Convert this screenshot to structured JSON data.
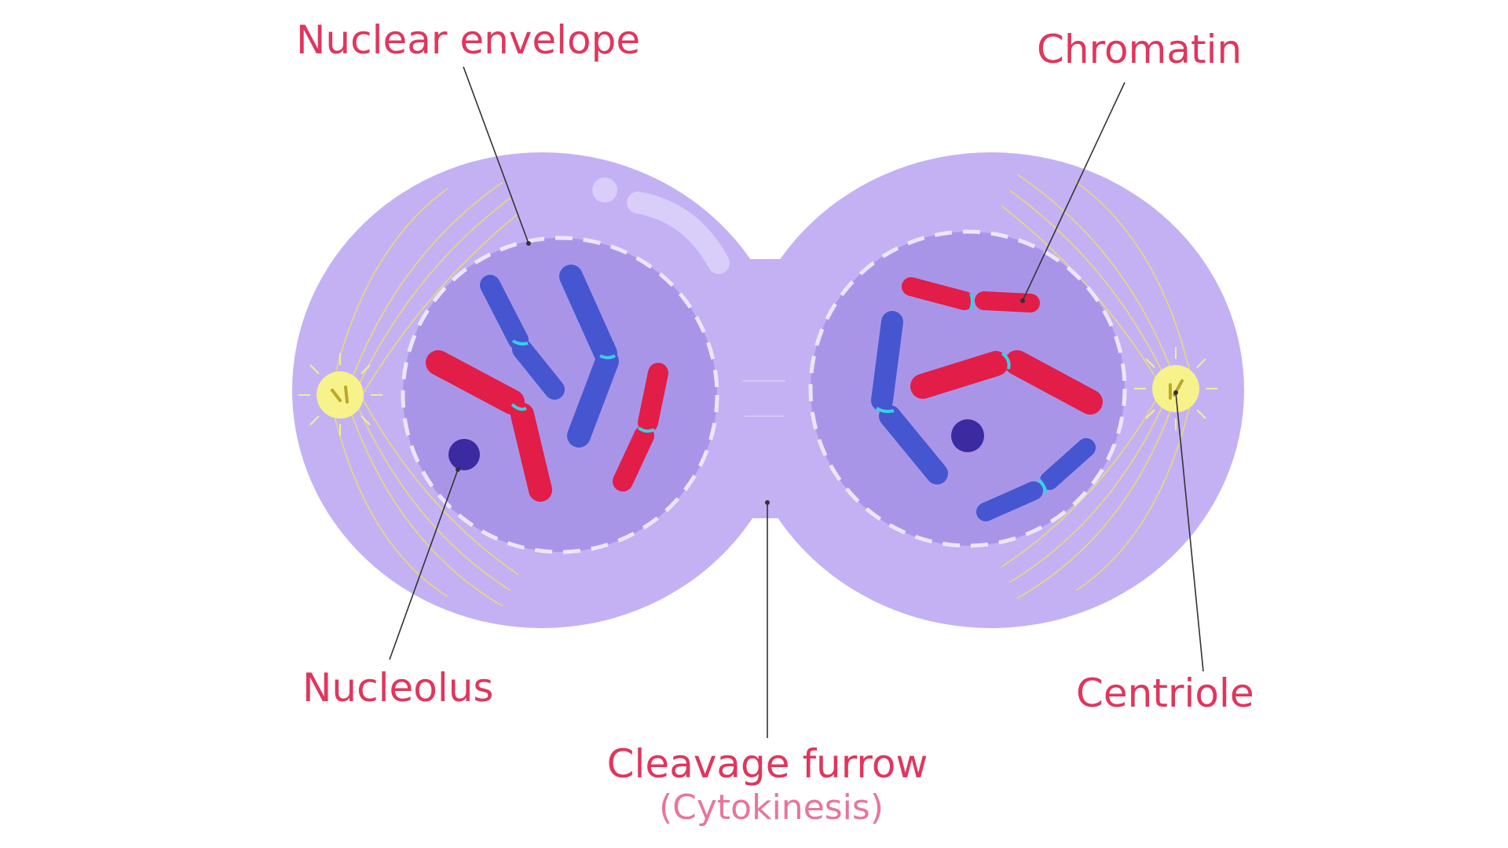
{
  "colors": {
    "background": "#ffffff",
    "cytoplasm": "#c4b1f4",
    "nucleus": "#a995e8",
    "nuclear_envelope": "#ece6fb",
    "label": "#e0365d",
    "sublabel": "#e8759a",
    "chromosome_red": "#e11d48",
    "chromosome_blue": "#4556d0",
    "centromere": "#3ad0e6",
    "nucleolus": "#3b2aa0",
    "centriole": "#f7f28a",
    "spindle": "#e9d87a"
  },
  "labels": {
    "nuclear_envelope": "Nuclear envelope",
    "chromatin": "Chromatin",
    "nucleolus": "Nucleolus",
    "centriole": "Centriole",
    "cleavage_furrow": "Cleavage furrow",
    "cytokinesis": "(Cytokinesis)"
  }
}
